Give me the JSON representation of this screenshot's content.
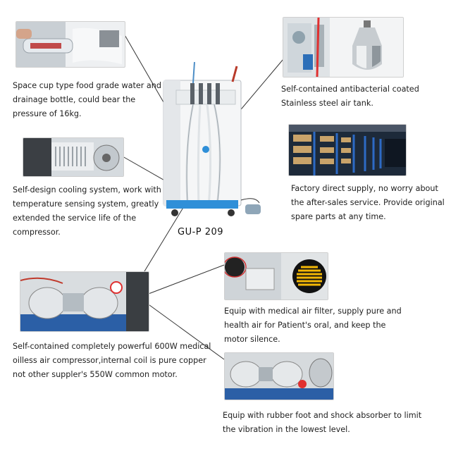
{
  "model": "GU-P  209",
  "features": {
    "bottle": "Space cup type food grade water and drainage bottle, could bear the pressure of 16kg.",
    "tank": "Self-contained antibacterial coated Stainless steel air tank.",
    "cooling": "Self-design cooling system, work with temperature sensing system, greatly extended the service life of the compressor.",
    "factory": "Factory direct supply, no worry about the after-sales service. Provide original spare parts at any time.",
    "compressor": "Self-contained completely powerful 600W medical oilless air compressor,internal coil is pure copper not other suppler's 550W common motor.",
    "filter": "Equip with medical air filter, supply  pure and health air for Patient's oral, and keep the motor silence.",
    "rubber_foot": "Equip with rubber foot and shock absorber to limit the vibration in the lowest level."
  },
  "colors": {
    "unit_blue": "#2f8fd8",
    "filter_yellow": "#f2b705",
    "line": "#333333"
  }
}
